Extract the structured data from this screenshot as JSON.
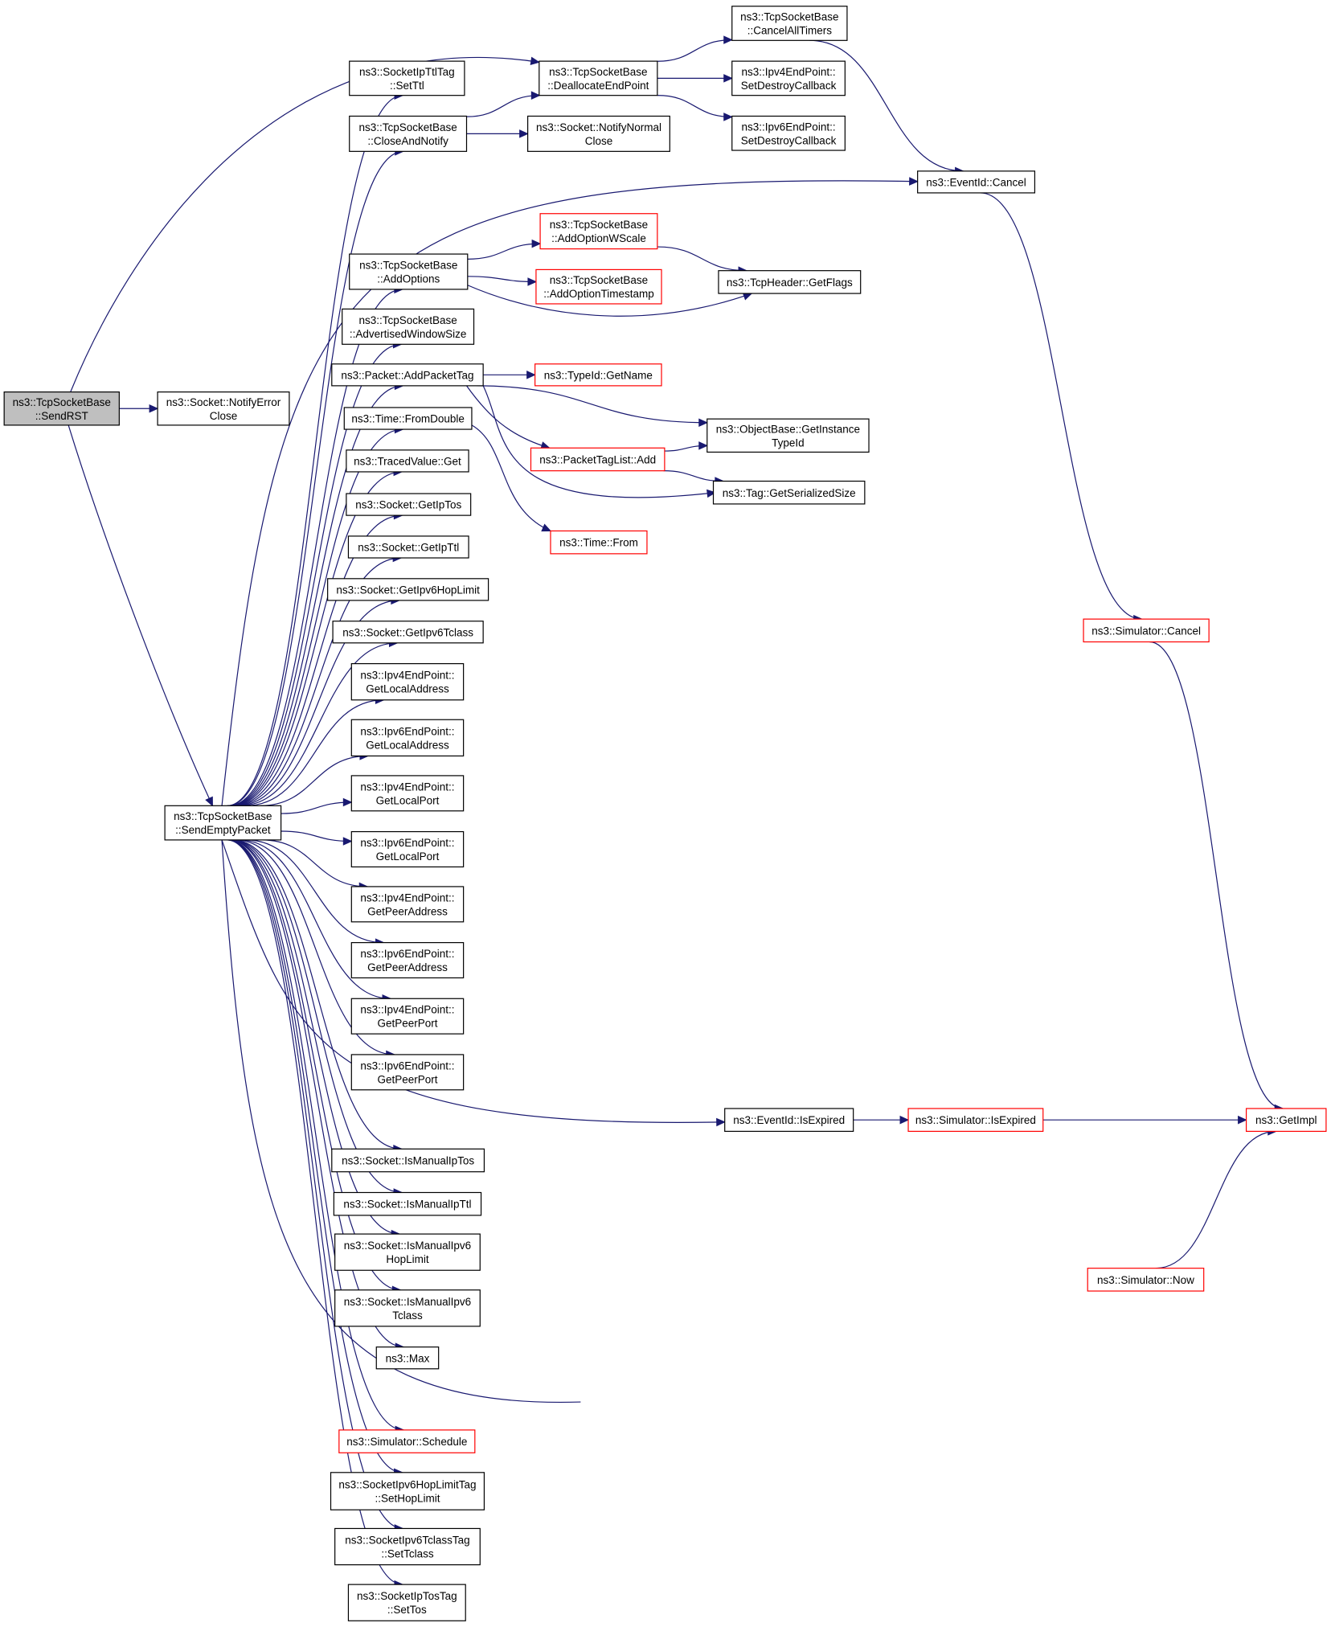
{
  "colors": {
    "edge": "#191970",
    "node_border": "#000000",
    "node_border_external": "#ff0000",
    "root_fill": "#bfbfbf",
    "node_fill": "#ffffff"
  },
  "nodes": [
    {
      "id": "SendRST",
      "lines": [
        "ns3::TcpSocketBase",
        "::SendRST"
      ],
      "root": true
    },
    {
      "id": "NotifyErrorClose",
      "lines": [
        "ns3::Socket::NotifyError",
        "Close"
      ]
    },
    {
      "id": "SendEmptyPacket",
      "lines": [
        "ns3::TcpSocketBase",
        "::SendEmptyPacket"
      ]
    },
    {
      "id": "DeallocateEndPoint",
      "lines": [
        "ns3::TcpSocketBase",
        "::DeallocateEndPoint"
      ]
    },
    {
      "id": "CancelAllTimers",
      "lines": [
        "ns3::TcpSocketBase",
        "::CancelAllTimers"
      ]
    },
    {
      "id": "Ipv4SetDestroyCallback",
      "lines": [
        "ns3::Ipv4EndPoint::",
        "SetDestroyCallback"
      ]
    },
    {
      "id": "Ipv6SetDestroyCallback",
      "lines": [
        "ns3::Ipv6EndPoint::",
        "SetDestroyCallback"
      ]
    },
    {
      "id": "SetTtl",
      "lines": [
        "ns3::SocketIpTtlTag",
        "::SetTtl"
      ]
    },
    {
      "id": "CloseAndNotify",
      "lines": [
        "ns3::TcpSocketBase",
        "::CloseAndNotify"
      ]
    },
    {
      "id": "NotifyNormalClose",
      "lines": [
        "ns3::Socket::NotifyNormal",
        "Close"
      ]
    },
    {
      "id": "EventIdCancel",
      "lines": [
        "ns3::EventId::Cancel"
      ]
    },
    {
      "id": "AddOptions",
      "lines": [
        "ns3::TcpSocketBase",
        "::AddOptions"
      ]
    },
    {
      "id": "AddOptionWScale",
      "lines": [
        "ns3::TcpSocketBase",
        "::AddOptionWScale"
      ],
      "external": true
    },
    {
      "id": "AddOptionTimestamp",
      "lines": [
        "ns3::TcpSocketBase",
        "::AddOptionTimestamp"
      ],
      "external": true
    },
    {
      "id": "GetFlags",
      "lines": [
        "ns3::TcpHeader::GetFlags"
      ]
    },
    {
      "id": "AdvertisedWindowSize",
      "lines": [
        "ns3::TcpSocketBase",
        "::AdvertisedWindowSize"
      ]
    },
    {
      "id": "AddPacketTag",
      "lines": [
        "ns3::Packet::AddPacketTag"
      ]
    },
    {
      "id": "TypeIdGetName",
      "lines": [
        "ns3::TypeId::GetName"
      ],
      "external": true
    },
    {
      "id": "GetInstanceTypeId",
      "lines": [
        "ns3::ObjectBase::GetInstance",
        "TypeId"
      ]
    },
    {
      "id": "FromDouble",
      "lines": [
        "ns3::Time::FromDouble"
      ]
    },
    {
      "id": "PacketTagListAdd",
      "lines": [
        "ns3::PacketTagList::Add"
      ],
      "external": true
    },
    {
      "id": "GetSerializedSize",
      "lines": [
        "ns3::Tag::GetSerializedSize"
      ]
    },
    {
      "id": "TracedValueGet",
      "lines": [
        "ns3::TracedValue::Get"
      ]
    },
    {
      "id": "GetIpTos",
      "lines": [
        "ns3::Socket::GetIpTos"
      ]
    },
    {
      "id": "TimeFrom",
      "lines": [
        "ns3::Time::From"
      ],
      "external": true
    },
    {
      "id": "GetIpTtl",
      "lines": [
        "ns3::Socket::GetIpTtl"
      ]
    },
    {
      "id": "GetIpv6HopLimit",
      "lines": [
        "ns3::Socket::GetIpv6HopLimit"
      ]
    },
    {
      "id": "GetIpv6Tclass",
      "lines": [
        "ns3::Socket::GetIpv6Tclass"
      ]
    },
    {
      "id": "SimulatorCancel",
      "lines": [
        "ns3::Simulator::Cancel"
      ],
      "external": true
    },
    {
      "id": "Ipv4GetLocalAddress",
      "lines": [
        "ns3::Ipv4EndPoint::",
        "GetLocalAddress"
      ]
    },
    {
      "id": "Ipv6GetLocalAddress",
      "lines": [
        "ns3::Ipv6EndPoint::",
        "GetLocalAddress"
      ]
    },
    {
      "id": "Ipv4GetLocalPort",
      "lines": [
        "ns3::Ipv4EndPoint::",
        "GetLocalPort"
      ]
    },
    {
      "id": "Ipv6GetLocalPort",
      "lines": [
        "ns3::Ipv6EndPoint::",
        "GetLocalPort"
      ]
    },
    {
      "id": "Ipv4GetPeerAddress",
      "lines": [
        "ns3::Ipv4EndPoint::",
        "GetPeerAddress"
      ]
    },
    {
      "id": "Ipv6GetPeerAddress",
      "lines": [
        "ns3::Ipv6EndPoint::",
        "GetPeerAddress"
      ]
    },
    {
      "id": "Ipv4GetPeerPort",
      "lines": [
        "ns3::Ipv4EndPoint::",
        "GetPeerPort"
      ]
    },
    {
      "id": "Ipv6GetPeerPort",
      "lines": [
        "ns3::Ipv6EndPoint::",
        "GetPeerPort"
      ]
    },
    {
      "id": "EventIdIsExpired",
      "lines": [
        "ns3::EventId::IsExpired"
      ]
    },
    {
      "id": "SimulatorIsExpired",
      "lines": [
        "ns3::Simulator::IsExpired"
      ],
      "external": true
    },
    {
      "id": "GetImpl",
      "lines": [
        "ns3::GetImpl"
      ],
      "external": true
    },
    {
      "id": "IsManualIpTos",
      "lines": [
        "ns3::Socket::IsManualIpTos"
      ]
    },
    {
      "id": "IsManualIpTtl",
      "lines": [
        "ns3::Socket::IsManualIpTtl"
      ]
    },
    {
      "id": "IsManualIpv6HopLimit",
      "lines": [
        "ns3::Socket::IsManualIpv6",
        "HopLimit"
      ]
    },
    {
      "id": "IsManualIpv6Tclass",
      "lines": [
        "ns3::Socket::IsManualIpv6",
        "Tclass"
      ]
    },
    {
      "id": "SimulatorNow",
      "lines": [
        "ns3::Simulator::Now"
      ],
      "external": true
    },
    {
      "id": "Max",
      "lines": [
        "ns3::Max"
      ]
    },
    {
      "id": "SimulatorSchedule",
      "lines": [
        "ns3::Simulator::Schedule"
      ],
      "external": true
    },
    {
      "id": "SetHopLimit",
      "lines": [
        "ns3::SocketIpv6HopLimitTag",
        "::SetHopLimit"
      ]
    },
    {
      "id": "SetTclass",
      "lines": [
        "ns3::SocketIpv6TclassTag",
        "::SetTclass"
      ]
    },
    {
      "id": "SetTos",
      "lines": [
        "ns3::SocketIpTosTag",
        "::SetTos"
      ]
    }
  ],
  "edges": [
    [
      "SendRST",
      "NotifyErrorClose"
    ],
    [
      "SendRST",
      "DeallocateEndPoint"
    ],
    [
      "SendRST",
      "SendEmptyPacket"
    ],
    [
      "DeallocateEndPoint",
      "CancelAllTimers"
    ],
    [
      "DeallocateEndPoint",
      "Ipv4SetDestroyCallback"
    ],
    [
      "DeallocateEndPoint",
      "Ipv6SetDestroyCallback"
    ],
    [
      "CancelAllTimers",
      "EventIdCancel"
    ],
    [
      "CloseAndNotify",
      "DeallocateEndPoint"
    ],
    [
      "CloseAndNotify",
      "NotifyNormalClose"
    ],
    [
      "EventIdCancel",
      "SimulatorCancel"
    ],
    [
      "SimulatorCancel",
      "GetImpl"
    ],
    [
      "AddOptions",
      "AddOptionWScale"
    ],
    [
      "AddOptions",
      "AddOptionTimestamp"
    ],
    [
      "AddOptions",
      "GetFlags"
    ],
    [
      "AddOptionWScale",
      "GetFlags"
    ],
    [
      "AddPacketTag",
      "TypeIdGetName"
    ],
    [
      "AddPacketTag",
      "GetInstanceTypeId"
    ],
    [
      "AddPacketTag",
      "PacketTagListAdd"
    ],
    [
      "AddPacketTag",
      "GetSerializedSize"
    ],
    [
      "PacketTagListAdd",
      "GetInstanceTypeId"
    ],
    [
      "PacketTagListAdd",
      "GetSerializedSize"
    ],
    [
      "FromDouble",
      "TimeFrom"
    ],
    [
      "EventIdIsExpired",
      "SimulatorIsExpired"
    ],
    [
      "SimulatorIsExpired",
      "GetImpl"
    ],
    [
      "SimulatorNow",
      "GetImpl"
    ],
    [
      "SendEmptyPacket",
      "SetTtl"
    ],
    [
      "SendEmptyPacket",
      "CloseAndNotify"
    ],
    [
      "SendEmptyPacket",
      "EventIdCancel"
    ],
    [
      "SendEmptyPacket",
      "AddOptions"
    ],
    [
      "SendEmptyPacket",
      "AdvertisedWindowSize"
    ],
    [
      "SendEmptyPacket",
      "AddPacketTag"
    ],
    [
      "SendEmptyPacket",
      "FromDouble"
    ],
    [
      "SendEmptyPacket",
      "TracedValueGet"
    ],
    [
      "SendEmptyPacket",
      "GetIpTos"
    ],
    [
      "SendEmptyPacket",
      "GetIpTtl"
    ],
    [
      "SendEmptyPacket",
      "GetIpv6HopLimit"
    ],
    [
      "SendEmptyPacket",
      "GetIpv6Tclass"
    ],
    [
      "SendEmptyPacket",
      "Ipv4GetLocalAddress"
    ],
    [
      "SendEmptyPacket",
      "Ipv6GetLocalAddress"
    ],
    [
      "SendEmptyPacket",
      "Ipv4GetLocalPort"
    ],
    [
      "SendEmptyPacket",
      "Ipv6GetLocalPort"
    ],
    [
      "SendEmptyPacket",
      "Ipv4GetPeerAddress"
    ],
    [
      "SendEmptyPacket",
      "Ipv6GetPeerAddress"
    ],
    [
      "SendEmptyPacket",
      "Ipv4GetPeerPort"
    ],
    [
      "SendEmptyPacket",
      "Ipv6GetPeerPort"
    ],
    [
      "SendEmptyPacket",
      "EventIdIsExpired"
    ],
    [
      "SendEmptyPacket",
      "IsManualIpTos"
    ],
    [
      "SendEmptyPacket",
      "IsManualIpTtl"
    ],
    [
      "SendEmptyPacket",
      "IsManualIpv6HopLimit"
    ],
    [
      "SendEmptyPacket",
      "IsManualIpv6Tclass"
    ],
    [
      "SendEmptyPacket",
      "Max"
    ],
    [
      "SendEmptyPacket",
      "SimulatorNow"
    ],
    [
      "SendEmptyPacket",
      "SimulatorSchedule"
    ],
    [
      "SendEmptyPacket",
      "SetHopLimit"
    ],
    [
      "SendEmptyPacket",
      "SetTclass"
    ],
    [
      "SendEmptyPacket",
      "SetTos"
    ]
  ]
}
